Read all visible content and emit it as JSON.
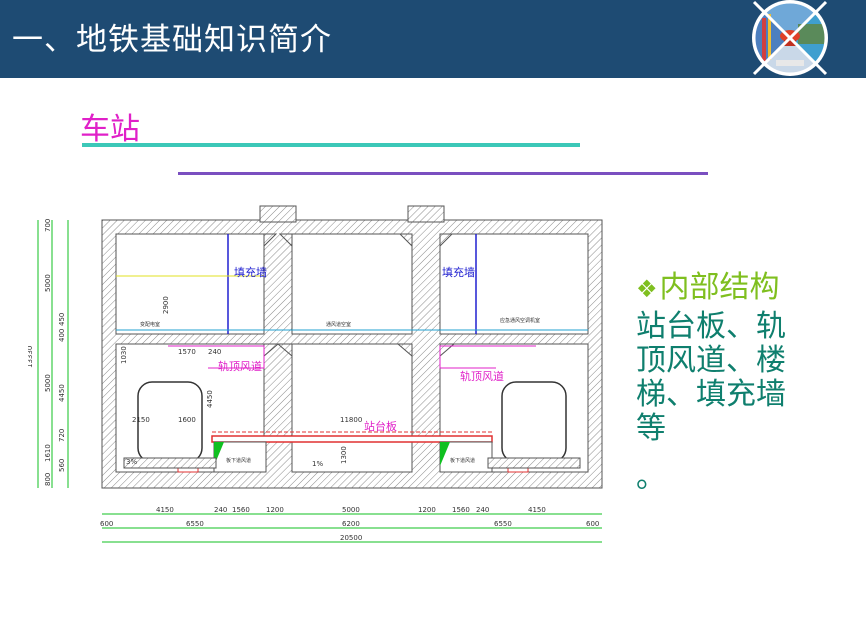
{
  "header": {
    "title": "一、地铁基础知识简介"
  },
  "section": {
    "title": "车站"
  },
  "bullet": {
    "marker": "❖",
    "heading": "内部结构",
    "body": "站台板、轨顶风道、楼梯、填充墙等",
    "end": "。"
  },
  "drawing": {
    "labels": {
      "fill_wall_left": "填充墙",
      "fill_wall_right": "填充墙",
      "rail_duct_left": "轨顶风道",
      "rail_duct_right": "轨顶风道",
      "platform_slab": "站台板",
      "under_duct_left": "板下道风道",
      "under_duct_right": "板下道风道",
      "room_left": "变配电室",
      "room_mid": "通风道空室",
      "room_right": "应急通风空调机室"
    },
    "dims_left": [
      "700",
      "5000",
      "400",
      "450",
      "5000",
      "4450",
      "720",
      "1610",
      "560",
      "800"
    ],
    "dims_left_total": "13330",
    "dims_inner": [
      "2900",
      "1570",
      "240",
      "1030",
      "2150",
      "1600",
      "4450",
      "11800",
      "1300",
      "3%",
      "1%"
    ],
    "dims_bottom_1": [
      "4150",
      "240",
      "1560",
      "1200",
      "5000",
      "1200",
      "1560",
      "240",
      "4150"
    ],
    "dims_bottom_2": [
      "600",
      "6550",
      "6200",
      "6550",
      "600"
    ],
    "dims_total": "20500",
    "colors": {
      "concrete_hatch": "#8a8a8a",
      "dim_green": "#10c020",
      "label_blue": "#2020d0",
      "label_pink": "#e020c8",
      "platform_red": "#e03030"
    }
  }
}
